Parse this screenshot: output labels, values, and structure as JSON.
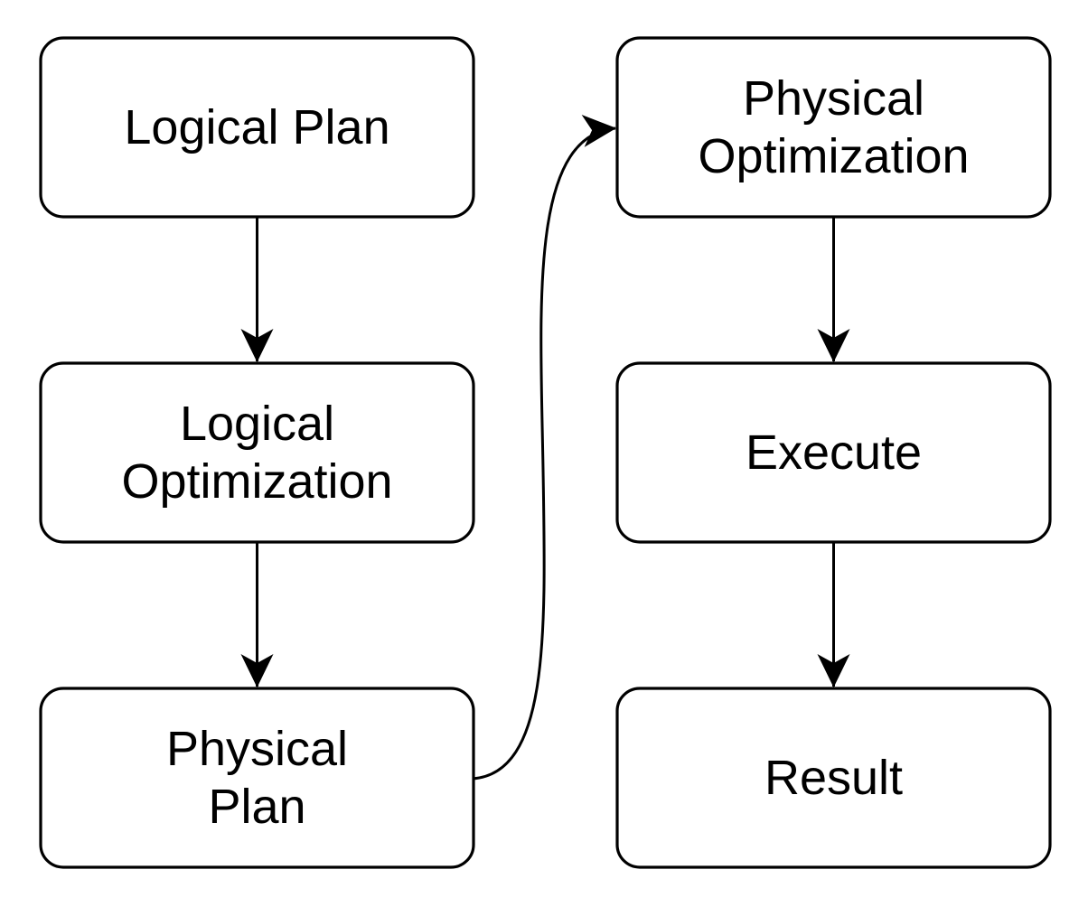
{
  "diagram": {
    "background_color": "#ffffff",
    "stroke_color": "#000000",
    "text_color": "#000000",
    "nodes": [
      {
        "id": "logical-plan",
        "lines": [
          "Logical Plan"
        ]
      },
      {
        "id": "logical-optimization",
        "lines": [
          "Logical",
          "Optimization"
        ]
      },
      {
        "id": "physical-plan",
        "lines": [
          "Physical",
          "Plan"
        ]
      },
      {
        "id": "physical-optimization",
        "lines": [
          "Physical",
          "Optimization"
        ]
      },
      {
        "id": "execute",
        "lines": [
          "Execute"
        ]
      },
      {
        "id": "result",
        "lines": [
          "Result"
        ]
      }
    ],
    "edges": [
      {
        "from": "logical-plan",
        "to": "logical-optimization",
        "style": "straight"
      },
      {
        "from": "logical-optimization",
        "to": "physical-plan",
        "style": "straight"
      },
      {
        "from": "physical-plan",
        "to": "physical-optimization",
        "style": "curved"
      },
      {
        "from": "physical-optimization",
        "to": "execute",
        "style": "straight"
      },
      {
        "from": "execute",
        "to": "result",
        "style": "straight"
      }
    ]
  }
}
